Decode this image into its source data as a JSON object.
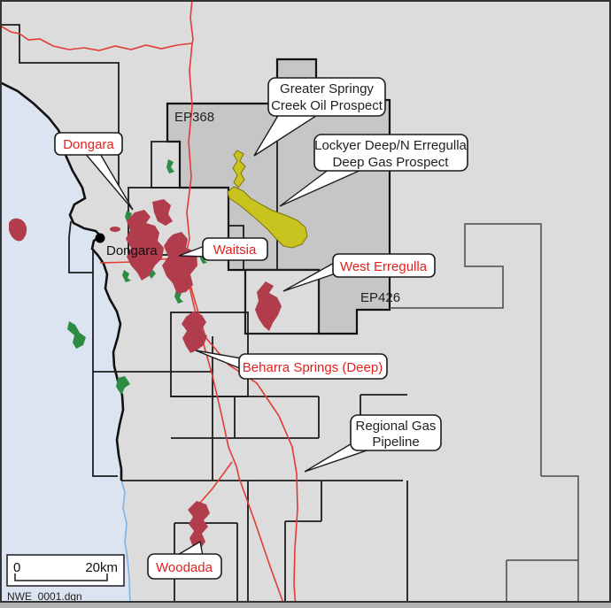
{
  "map": {
    "permit_labels": {
      "ep368": "EP368",
      "ep426": "EP426"
    },
    "town": {
      "name": "Dongara"
    },
    "callouts": {
      "dongara": {
        "label": "Dongara"
      },
      "waitsia": {
        "label": "Waitsia"
      },
      "greater_springy": {
        "line1": "Greater Springy",
        "line2": "Creek Oil Prospect"
      },
      "lockyer": {
        "line1": "Lockyer Deep/N Erregulla",
        "line2": "Deep Gas Prospect"
      },
      "west_erregulla": {
        "label": "West Erregulla"
      },
      "beharra": {
        "label": "Beharra Springs (Deep)"
      },
      "regional_pipeline": {
        "line1": "Regional Gas",
        "line2": "Pipeline"
      },
      "woodada": {
        "label": "Woodada"
      }
    },
    "scale_bar": {
      "start": "0",
      "end": "20km"
    },
    "file_label": "NWE_0001.dgn",
    "colors": {
      "ocean": "#dce4f1",
      "land": "#dcdcdc",
      "permit_area_fill": "#c6c6c6",
      "boundary_black": "#1c1c1c",
      "boundary_grey": "#4a4a4a",
      "field_red": "#b13c4c",
      "prospect_yellow": "#c9c31f",
      "field_green": "#2e8b44",
      "pipeline_red": "#e23b36",
      "label_red": "#e5201f",
      "label_black": "#1f1f1f",
      "coast_blue": "#7fb2e5"
    }
  }
}
